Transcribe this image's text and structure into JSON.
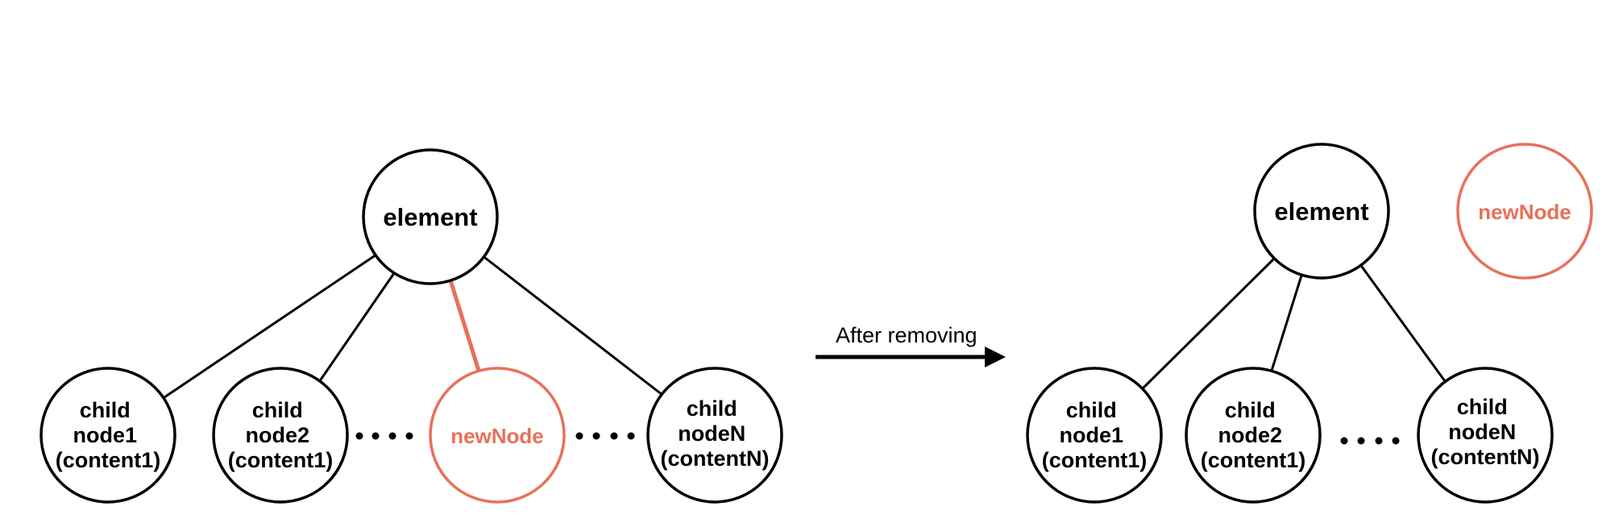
{
  "colors": {
    "accent": "#E8705A",
    "default": "#000000"
  },
  "before": {
    "root_label": "element",
    "children": [
      {
        "lines": [
          "child",
          "node1",
          "(content1)"
        ],
        "highlight": false
      },
      {
        "lines": [
          "child",
          "node2",
          "(content1)"
        ],
        "highlight": false
      },
      {
        "lines": [
          "newNode"
        ],
        "highlight": true
      },
      {
        "lines": [
          "child",
          "nodeN",
          "(contentN)"
        ],
        "highlight": false
      }
    ]
  },
  "transition": {
    "label": "After removing"
  },
  "after": {
    "root_label": "element",
    "detached_label": "newNode",
    "children": [
      {
        "lines": [
          "child",
          "node1",
          "(content1)"
        ]
      },
      {
        "lines": [
          "child",
          "node2",
          "(content1)"
        ]
      },
      {
        "lines": [
          "child",
          "nodeN",
          "(contentN)"
        ]
      }
    ]
  }
}
